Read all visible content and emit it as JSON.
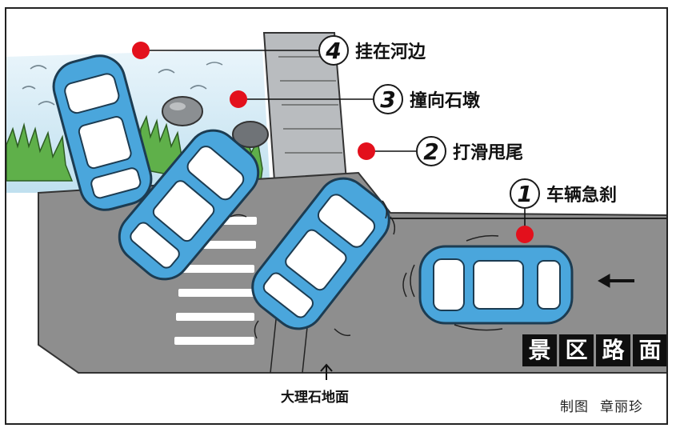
{
  "steps": [
    {
      "number": "1",
      "text": "车辆急刹"
    },
    {
      "number": "2",
      "text": "打滑甩尾"
    },
    {
      "number": "3",
      "text": "撞向石墩"
    },
    {
      "number": "4",
      "text": "挂在河边"
    }
  ],
  "road_label": "大理石地面",
  "area_label": [
    "景",
    "区",
    "路",
    "面"
  ],
  "credit": {
    "role": "制图",
    "author": "章丽珍"
  },
  "colors": {
    "car_blue": "#4aa6dc",
    "road_gray": "#8e8e8e",
    "marker_red": "#e3101c",
    "grass_green": "#5fb04a",
    "wall_gray": "#b9bcbf",
    "water_blue": "#cfe8f3"
  },
  "icons": [
    "arrow-left-icon",
    "arrow-up-icon"
  ]
}
